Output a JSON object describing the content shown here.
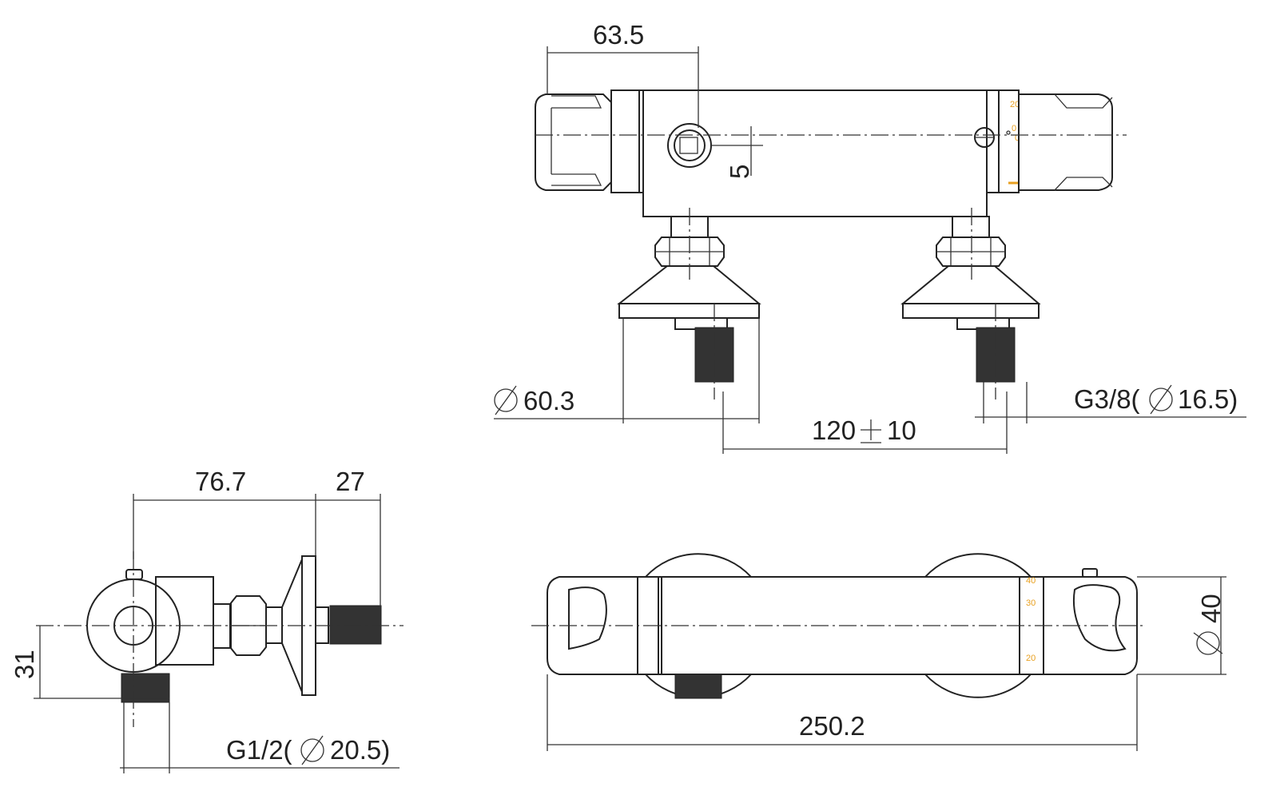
{
  "dimensions": {
    "top_offset": "63.5",
    "knob_offset": "5",
    "rosette_diameter": "60.3",
    "inlet_thread_top": "G3/8(",
    "inlet_thread_top_value": "16.5)",
    "centers": "120",
    "centers_tolerance": "10",
    "side_depth": "76.7",
    "side_thread_len": "27",
    "side_height": "31",
    "outlet_thread": "G1/2(",
    "outlet_thread_value": "20.5)",
    "body_diameter": "40",
    "overall_length": "250.2"
  },
  "scale_marks": {
    "top_view": [
      "20",
      "0",
      "0"
    ],
    "front_view": [
      "40",
      "30",
      "20"
    ]
  },
  "colors": {
    "line": "#222222",
    "scale": "#e8a020"
  }
}
